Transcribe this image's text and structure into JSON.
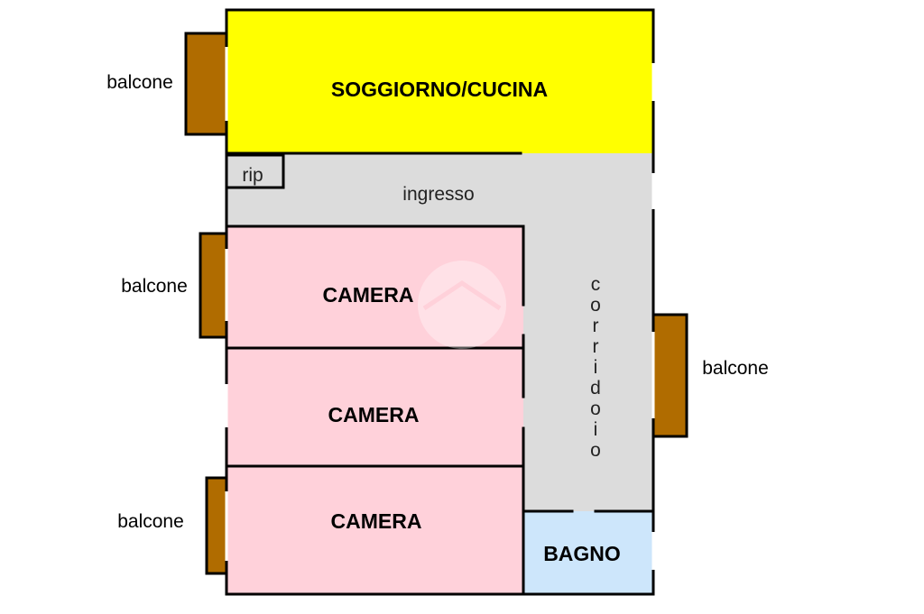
{
  "colors": {
    "living_kitchen": "#ffff00",
    "hall_corridor": "#dcdcdc",
    "bedroom": "#ffd1da",
    "bathroom": "#cde6fb",
    "balcony": "#b06c00",
    "wall": "#000000"
  },
  "rooms": {
    "living_kitchen": "SOGGIORNO/CUCINA",
    "storage": "rip",
    "hall": "ingresso",
    "corridor": [
      "c",
      "o",
      "r",
      "r",
      "i",
      "d",
      "o",
      "i",
      "o"
    ],
    "bedroom_1": "CAMERA",
    "bedroom_2": "CAMERA",
    "bedroom_3": "CAMERA",
    "bathroom": "BAGNO"
  },
  "balconies": {
    "left_top": "balcone",
    "left_middle": "balcone",
    "left_bottom": "balcone",
    "right": "balcone"
  }
}
